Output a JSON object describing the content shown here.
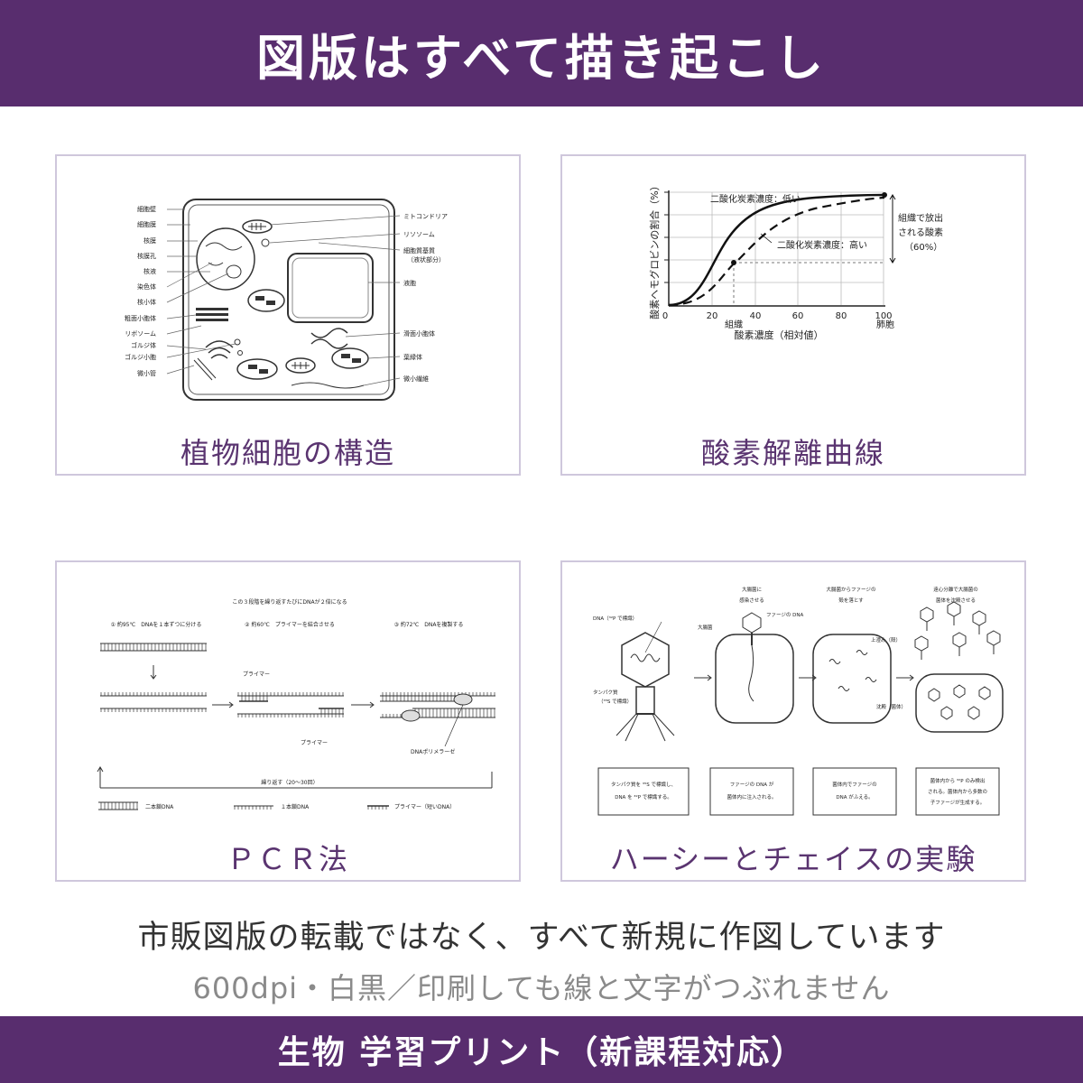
{
  "header": {
    "title": "図版はすべて描き起こし"
  },
  "cards": [
    {
      "caption": "植物細胞の構造",
      "labels_left": [
        "細胞壁",
        "細胞膜",
        "核膜",
        "核膜孔",
        "核液",
        "染色体",
        "核小体",
        "粗面小胞体",
        "リボソーム",
        "ゴルジ体",
        "ゴルジ小胞",
        "微小管"
      ],
      "labels_right": [
        "ミトコンドリア",
        "リソソーム",
        "細胞質基質",
        "（液状部分）",
        "液胞",
        "滑面小胞体",
        "葉緑体",
        "微小繊維"
      ]
    },
    {
      "caption": "酸素解離曲線",
      "y_label": "酸素ヘモグロビンの割合（%）",
      "x_label": "酸素濃度（相対値）",
      "curve_low": "二酸化炭素濃度：低い",
      "curve_high": "二酸化炭素濃度：高い",
      "annot_line1": "組織で放出",
      "annot_line2": "される酸素",
      "annot_line3": "（60%）",
      "tissue": "組織",
      "lung": "肺胞",
      "x_ticks": [
        "0",
        "20",
        "40",
        "60",
        "80",
        "100"
      ]
    },
    {
      "caption": "ＰＣＲ法",
      "top_note": "この３段階を繰り返すたびにDNAが２倍になる",
      "step1": "①  約95℃　DNAを１本ずつに分ける",
      "step2": "②  約60℃　プライマーを結合させる",
      "step3": "③  約72℃　DNAを複製する",
      "primer": "プライマー",
      "primer2": "プライマー",
      "polymerase": "DNAポリメラーゼ",
      "repeat": "繰り返す（20〜30回）",
      "legend1": "二本鎖DNA",
      "legend2": "１本鎖DNA",
      "legend3": "プライマー（短いDNA）"
    },
    {
      "caption": "ハーシーとチェイスの実験",
      "dna_label": "DNA（³²P で標識）",
      "protein_label": "タンパク質",
      "protein_label2": "（³⁵S で標識）",
      "stage1a": "大腸菌に",
      "stage1b": "感染させる",
      "stage2a": "大腸菌からファージの",
      "stage2b": "殻を落とす",
      "stage3a": "遠心分離で大腸菌の",
      "stage3b": "菌体を沈殿させる",
      "ecoli": "大腸菌",
      "phage_dna": "ファージの DNA",
      "supernatant": "上澄み（殻）",
      "precipitate": "沈殿（菌体）",
      "box1a": "タンパク質を ³⁵S で標識し、",
      "box1b": "DNA を ³²P で標識する。",
      "box2a": "ファージの DNA が",
      "box2b": "菌体内に注入される。",
      "box3a": "菌体内でファージの",
      "box3b": "DNA がふえる。",
      "box4a": "菌体内から ³²P のみ検出",
      "box4b": "される。菌体内から多数の",
      "box4c": "子ファージが生成する。"
    }
  ],
  "footer": {
    "line1": "市販図版の転載ではなく、すべて新規に作図しています",
    "line2": "600dpi・白黒／印刷しても線と文字がつぶれません",
    "title": "生物 学習プリント（新課程対応）"
  },
  "colors": {
    "brand": "#582d6e",
    "caption": "#5a3470",
    "border": "#cfc7dc"
  }
}
